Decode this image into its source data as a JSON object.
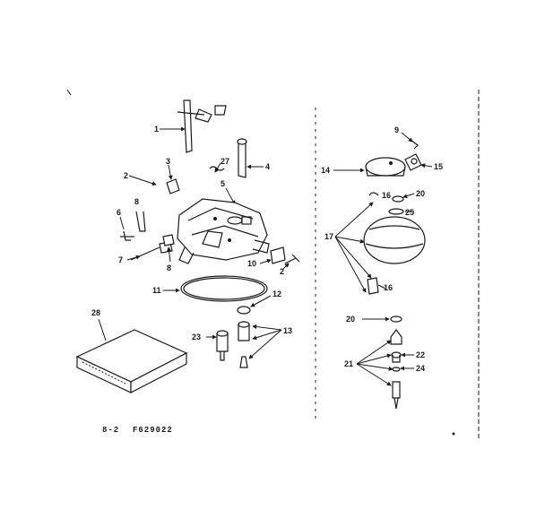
{
  "caption": {
    "sheet": "8-2",
    "figure_no": "F629022"
  },
  "callouts": {
    "c1": "1",
    "c2a": "2",
    "c2b": "2",
    "c3": "3",
    "c4": "4",
    "c5": "5",
    "c6": "6",
    "c7": "7",
    "c8a": "8",
    "c8b": "8",
    "c9": "9",
    "c10": "10",
    "c11": "11",
    "c12": "12",
    "c13": "13",
    "c14": "14",
    "c15": "15",
    "c16a": "16",
    "c16b": "16",
    "c17": "17",
    "c20a": "20",
    "c20b": "20",
    "c21": "21",
    "c22": "22",
    "c23": "23",
    "c24": "24",
    "c25": "25",
    "c27": "27",
    "c28": "28"
  }
}
